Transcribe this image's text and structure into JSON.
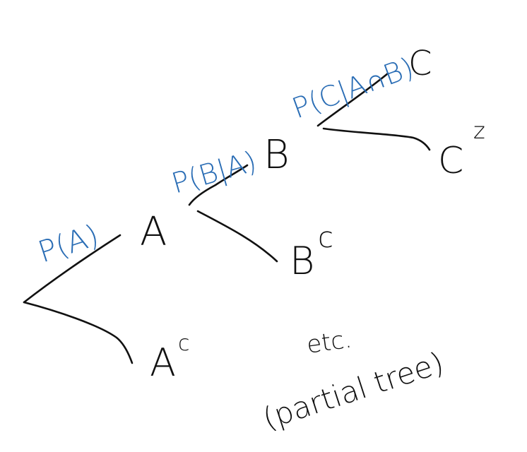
{
  "colors": {
    "ink": "#111111",
    "probability_ink": "#2a6db5",
    "background": "#ffffff"
  },
  "nodes": {
    "a": "A",
    "a_complement": "A",
    "b": "B",
    "b_complement": "B",
    "c": "C",
    "c_complement": "C",
    "complement_mark": "c",
    "c_complement_mark": "z"
  },
  "edge_labels": {
    "p_a": "P(A)",
    "p_b_given_a": "P(B|A)",
    "p_c_given_a_and_b": "P(C|A∩B)"
  },
  "notes": {
    "etc": "etc.",
    "partial_tree": "(partial tree)"
  }
}
